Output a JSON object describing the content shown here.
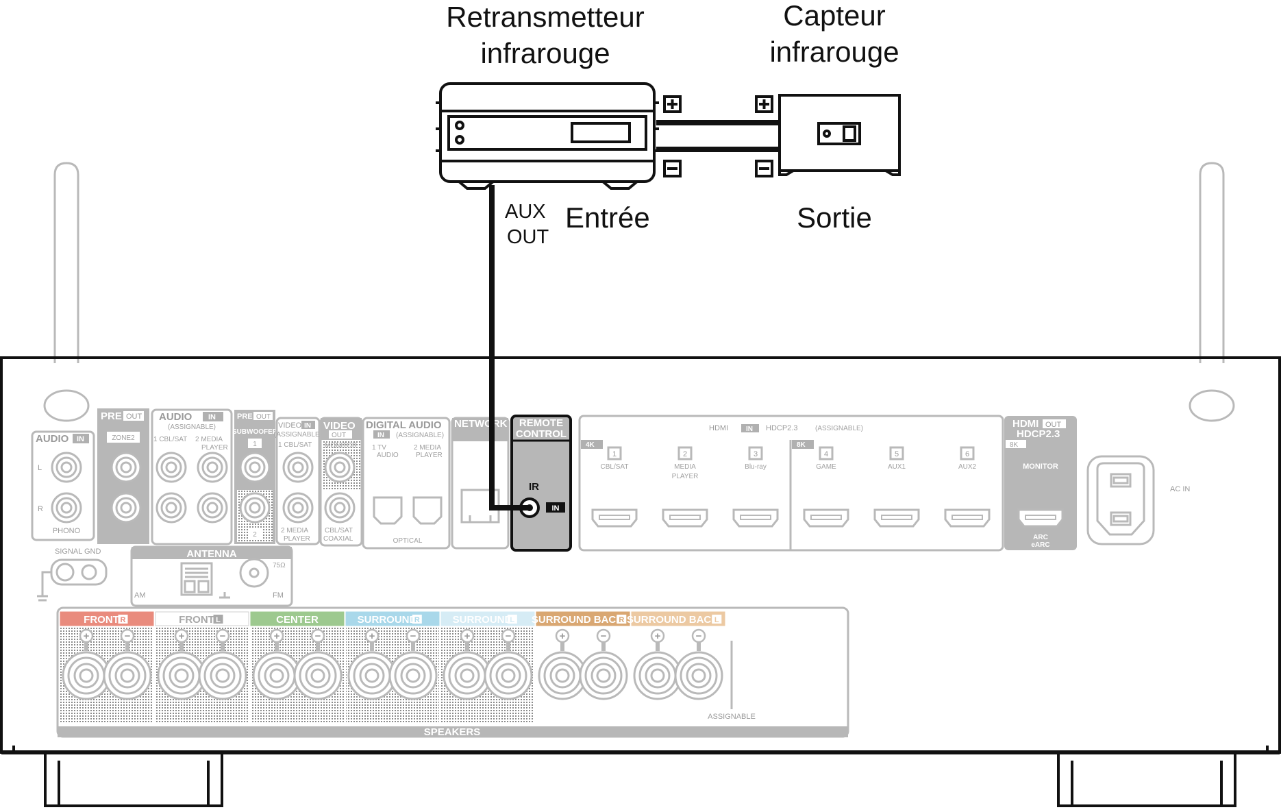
{
  "devices": {
    "repeater": {
      "title_line1": "Retransmetteur",
      "title_line2": "infrarouge",
      "input_label": "Entrée",
      "aux_line1": "AUX",
      "aux_line2": "OUT"
    },
    "sensor": {
      "title_line1": "Capteur",
      "title_line2": "infrarouge",
      "output_label": "Sortie"
    }
  },
  "receiver": {
    "remote_control": {
      "line1": "REMOTE",
      "line2": "CONTROL",
      "ir": "IR",
      "in": "IN"
    },
    "audio_in": {
      "title": "AUDIO",
      "badge": "IN",
      "l": "L",
      "r": "R",
      "phono": "PHONO"
    },
    "pre_out_zone2": {
      "title": "PRE",
      "badge": "OUT",
      "zone": "ZONE2"
    },
    "audio_in_assignable": {
      "title": "AUDIO",
      "badge": "IN",
      "sub": "(ASSIGNABLE)",
      "c1": "1 CBL/SAT",
      "c2": "2 MEDIA",
      "c2b": "PLAYER"
    },
    "pre_out_sub": {
      "title": "PRE",
      "badge": "OUT",
      "sub": "SUBWOOFER",
      "n1": "1",
      "n2": "2"
    },
    "video_in": {
      "title": "VIDEO",
      "badge": "IN",
      "sub": "(ASSIGNABLE)",
      "c1": "1 CBL/SAT",
      "c2": "2 MEDIA",
      "c2b": "PLAYER"
    },
    "video_out": {
      "title": "VIDEO",
      "badge": "OUT",
      "sub": "MONITOR"
    },
    "digital_audio": {
      "title": "DIGITAL AUDIO",
      "badge": "IN",
      "sub": "(ASSIGNABLE)",
      "coax1": "CBL/SAT",
      "coax2": "COAXIAL",
      "c1": "1   TV",
      "c1b": "AUDIO",
      "c2": "2 MEDIA",
      "c2b": "PLAYER",
      "optical": "OPTICAL"
    },
    "network": "NETWORK",
    "hdmi_in": {
      "title": "HDMI",
      "badge": "IN",
      "hdcp": "HDCP2.3",
      "assignable": "(ASSIGNABLE)",
      "res_a": "4K",
      "res_b": "8K",
      "ports": [
        {
          "num": "1",
          "name": "CBL/SAT",
          "name2": ""
        },
        {
          "num": "2",
          "name": "MEDIA",
          "name2": "PLAYER"
        },
        {
          "num": "3",
          "name": "Blu-ray",
          "name2": ""
        },
        {
          "num": "4",
          "name": "GAME",
          "name2": ""
        },
        {
          "num": "5",
          "name": "AUX1",
          "name2": ""
        },
        {
          "num": "6",
          "name": "AUX2",
          "name2": ""
        }
      ]
    },
    "hdmi_out": {
      "title": "HDMI",
      "badge": "OUT",
      "hdcp": "HDCP2.3",
      "res": "8K",
      "monitor": "MONITOR",
      "arc": "ARC",
      "earc": "eARC"
    },
    "ac_in": "AC IN",
    "signal_gnd": "SIGNAL GND",
    "antenna": {
      "title": "ANTENNA",
      "am": "AM",
      "fm": "FM",
      "ohm": "75Ω"
    },
    "speakers": {
      "title": "SPEAKERS",
      "assignable": "ASSIGNABLE",
      "groups": [
        {
          "label": "FRONT",
          "side": "R",
          "color": "#e98b7d"
        },
        {
          "label": "FRONT",
          "side": "L",
          "color": "#ffffff"
        },
        {
          "label": "CENTER",
          "side": "",
          "color": "#9dc98f"
        },
        {
          "label": "SURROUND",
          "side": "R",
          "color": "#a9d8ea"
        },
        {
          "label": "SURROUND",
          "side": "L",
          "color": "#d6ecf5"
        },
        {
          "label": "SURROUND BACK",
          "side": "R",
          "color": "#d9a772"
        },
        {
          "label": "SURROUND BACK",
          "side": "L",
          "color": "#ecc9a2"
        }
      ]
    }
  }
}
